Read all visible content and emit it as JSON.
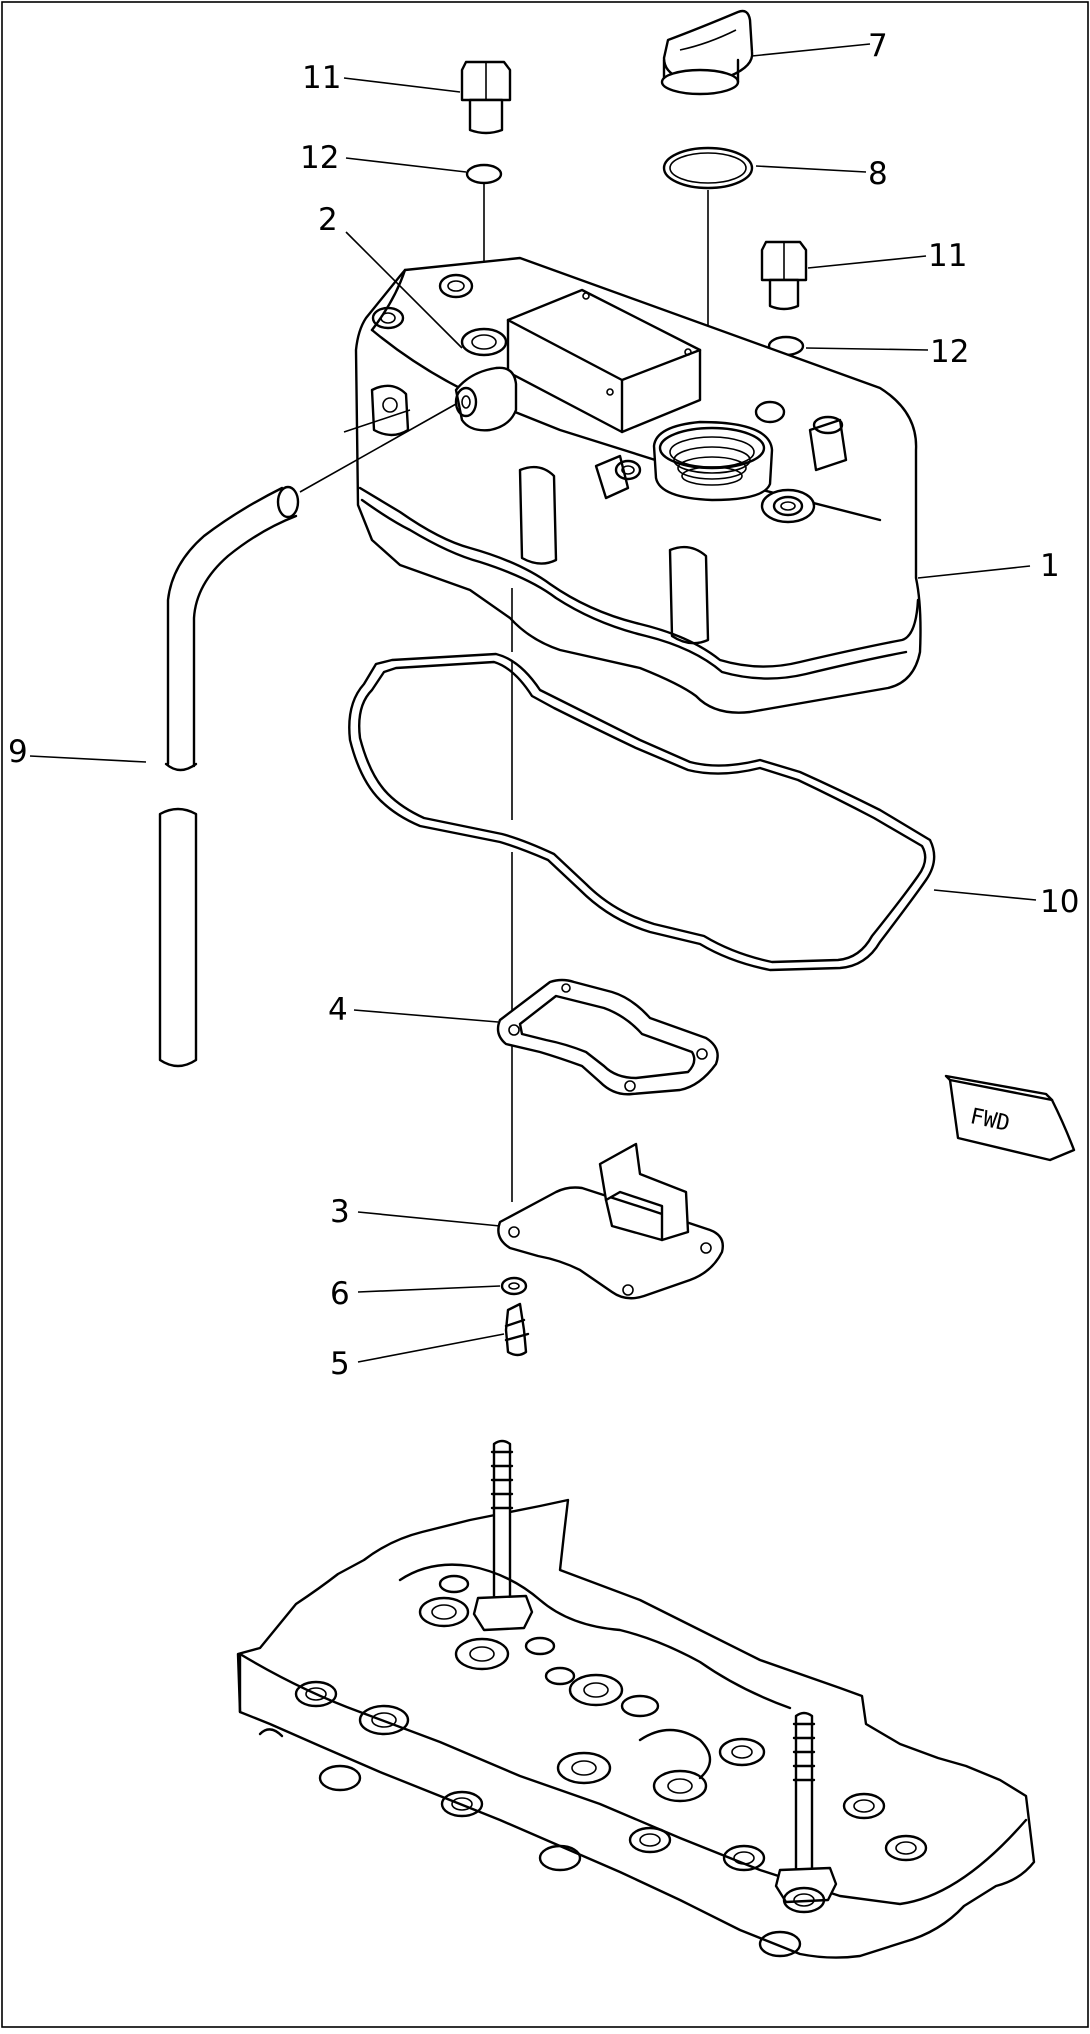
{
  "diagram": {
    "callouts": [
      {
        "id": "c1",
        "label": "1"
      },
      {
        "id": "c2",
        "label": "2"
      },
      {
        "id": "c3",
        "label": "3"
      },
      {
        "id": "c4",
        "label": "4"
      },
      {
        "id": "c5",
        "label": "5"
      },
      {
        "id": "c6",
        "label": "6"
      },
      {
        "id": "c7",
        "label": "7"
      },
      {
        "id": "c8",
        "label": "8"
      },
      {
        "id": "c9",
        "label": "9"
      },
      {
        "id": "c10",
        "label": "10"
      },
      {
        "id": "c11a",
        "label": "11"
      },
      {
        "id": "c11b",
        "label": "11"
      },
      {
        "id": "c12a",
        "label": "12"
      },
      {
        "id": "c12b",
        "label": "12"
      }
    ],
    "direction_badge": "FWD"
  }
}
